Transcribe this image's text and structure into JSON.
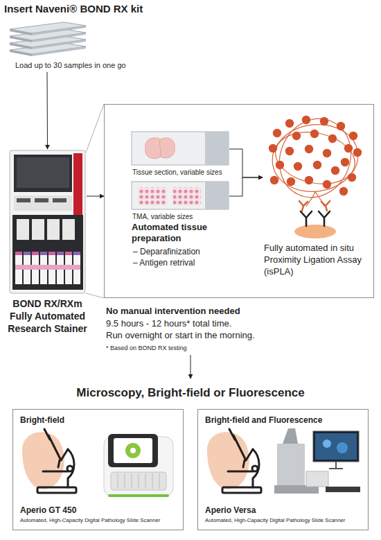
{
  "diagram": {
    "nodes": [
      {
        "text": [
          "Insert Naveni® BOND RX kit",
          "Load up to 30 samples in one go"
        ]
      },
      {
        "text": [
          "BOND RX/RXm Fully Automated Research Stainer"
        ]
      },
      {
        "text": [
          "No manual intervention needed",
          "9.5 hours - 12 hours* total time.",
          "Run overnight or start in the morning.",
          "* Based on BOND RX testing"
        ]
      },
      {
        "text": [
          "Tissue section, variable sizes"
        ],
        "in": 2
      },
      {
        "text": [
          "TMA, variable sizes"
        ],
        "in": 2
      },
      {
        "text": [
          "Fully automated in situ Proximity Ligation Assay (isPLA)"
        ],
        "in": 2
      },
      {
        "text": [
          "Bright-field",
          "Aperio GT 450",
          "Automated, High-Capacity Digital Pathology Slide Scanner"
        ]
      },
      {
        "text": [
          "Bright-field and Fluorescence",
          "Aperio Versa",
          "Automated, High-Capacity Digital Pathology Slide Scanner"
        ]
      }
    ],
    "edges": [
      {
        "from": 0,
        "to": 1,
        "arrow": "to"
      },
      {
        "from": 1,
        "to": 2,
        "arrow": "to"
      },
      {
        "from": 3,
        "to": 5,
        "arrow": "to"
      },
      {
        "from": 4,
        "to": 5,
        "arrow": "to"
      }
    ],
    "labels": [
      "Automated tissue preparation",
      "– Deparafinization",
      "– Antigen retrival",
      "Microscopy, Bright-field or Fluorescence"
    ]
  }
}
